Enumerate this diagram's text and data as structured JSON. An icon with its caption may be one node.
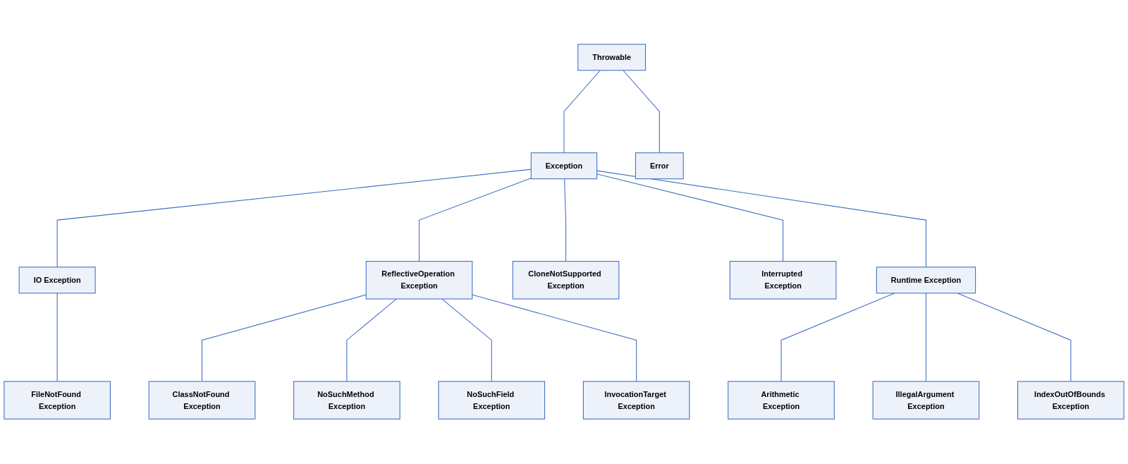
{
  "diagram": {
    "nodes": [
      {
        "text": [
          "Throwable"
        ]
      },
      {
        "text": [
          "Exception"
        ]
      },
      {
        "text": [
          "Error"
        ]
      },
      {
        "text": [
          "IO Exception"
        ]
      },
      {
        "text": [
          "ReflectiveOperation Exception"
        ]
      },
      {
        "text": [
          "CloneNotSupported Exception"
        ]
      },
      {
        "text": [
          "Interrupted Exception"
        ]
      },
      {
        "text": [
          "Runtime Exception"
        ]
      },
      {
        "text": [
          "FileNotFound Exception"
        ]
      },
      {
        "text": [
          "ClassNotFound Exception"
        ]
      },
      {
        "text": [
          "NoSuchMethod Exception"
        ]
      },
      {
        "text": [
          "NoSuchField Exception"
        ]
      },
      {
        "text": [
          "InvocationTarget Exception"
        ]
      },
      {
        "text": [
          "Arithmetic Exception"
        ]
      },
      {
        "text": [
          "IllegalArgument Exception"
        ]
      },
      {
        "text": [
          "IndexOutOfBounds Exception"
        ]
      }
    ],
    "edges": [
      {
        "from": 0,
        "to": 1,
        "arrow": "none"
      },
      {
        "from": 0,
        "to": 2,
        "arrow": "none"
      },
      {
        "from": 1,
        "to": 3,
        "arrow": "none"
      },
      {
        "from": 1,
        "to": 4,
        "arrow": "none"
      },
      {
        "from": 1,
        "to": 5,
        "arrow": "none"
      },
      {
        "from": 1,
        "to": 6,
        "arrow": "none"
      },
      {
        "from": 1,
        "to": 7,
        "arrow": "none"
      },
      {
        "from": 3,
        "to": 8,
        "arrow": "none"
      },
      {
        "from": 4,
        "to": 9,
        "arrow": "none"
      },
      {
        "from": 4,
        "to": 10,
        "arrow": "none"
      },
      {
        "from": 4,
        "to": 11,
        "arrow": "none"
      },
      {
        "from": 4,
        "to": 12,
        "arrow": "none"
      },
      {
        "from": 7,
        "to": 13,
        "arrow": "none"
      },
      {
        "from": 7,
        "to": 14,
        "arrow": "none"
      },
      {
        "from": 7,
        "to": 15,
        "arrow": "none"
      }
    ]
  }
}
